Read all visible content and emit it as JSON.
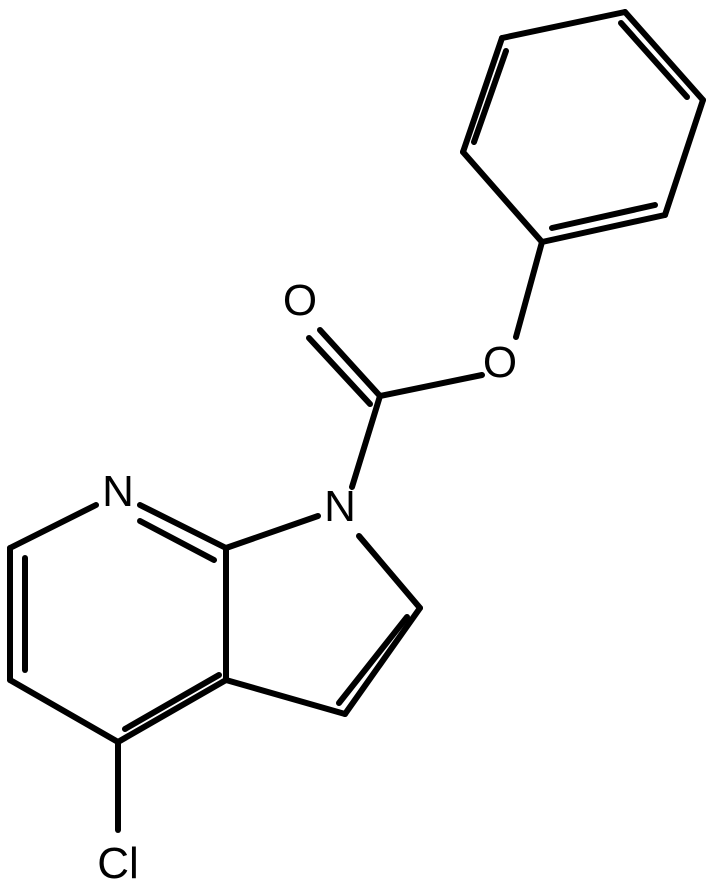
{
  "molecule": {
    "atoms": {
      "o_carbonyl": "O",
      "o_ester": "O",
      "n_pyrrole": "N",
      "n_pyridine": "N",
      "cl": "Cl"
    }
  },
  "colors": {
    "bond": "#000000",
    "label": "#000000",
    "background": "#ffffff"
  }
}
